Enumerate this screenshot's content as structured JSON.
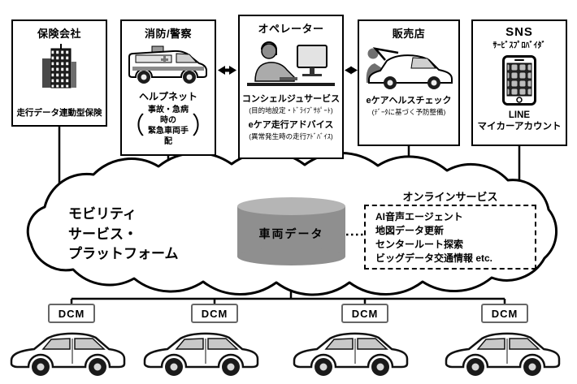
{
  "boxes": {
    "insurance": {
      "title": "保険会社",
      "caption": "走行データ連動型保険"
    },
    "fire": {
      "title": "消防/警察",
      "service": "ヘルプネット",
      "bracket_open": "（",
      "caption1": "事故・急病時の",
      "caption2": "緊急車両手配",
      "bracket_close": "）"
    },
    "operator": {
      "title": "オペレーター",
      "service1": "コンシェルジュサービス",
      "service1_note": "(目的地設定・ﾄﾞﾗｲﾌﾞｻﾎﾟｰﾄ)",
      "service2": "eケア走行アドバイス",
      "service2_note": "(異常発生時の走行ｱﾄﾞﾊﾞｲｽ)"
    },
    "dealer": {
      "title": "販売店",
      "service": "eケアヘルスチェック",
      "note": "(ﾃﾞｰﾀに基づく予防整備)"
    },
    "sns": {
      "title": "SNS",
      "subtitle": "ｻｰﾋﾞｽﾌﾟﾛﾊﾞｲﾀﾞ",
      "line1": "LINE",
      "line2": "マイカーアカウント"
    }
  },
  "platform": {
    "name_line1": "モビリティ",
    "name_line2": "サービス・",
    "name_line3": "プラットフォーム",
    "database": "車両データ"
  },
  "online": {
    "title": "オンラインサービス",
    "items": [
      "AI音声エージェント",
      "地図データ更新",
      "センタールート探索",
      "ビッグデータ交通情報 etc."
    ]
  },
  "dcm": {
    "label": "DCM"
  },
  "colors": {
    "outline": "#000000",
    "cylinder_body": "#8f8f8f",
    "cylinder_top": "#b5b5b5"
  }
}
